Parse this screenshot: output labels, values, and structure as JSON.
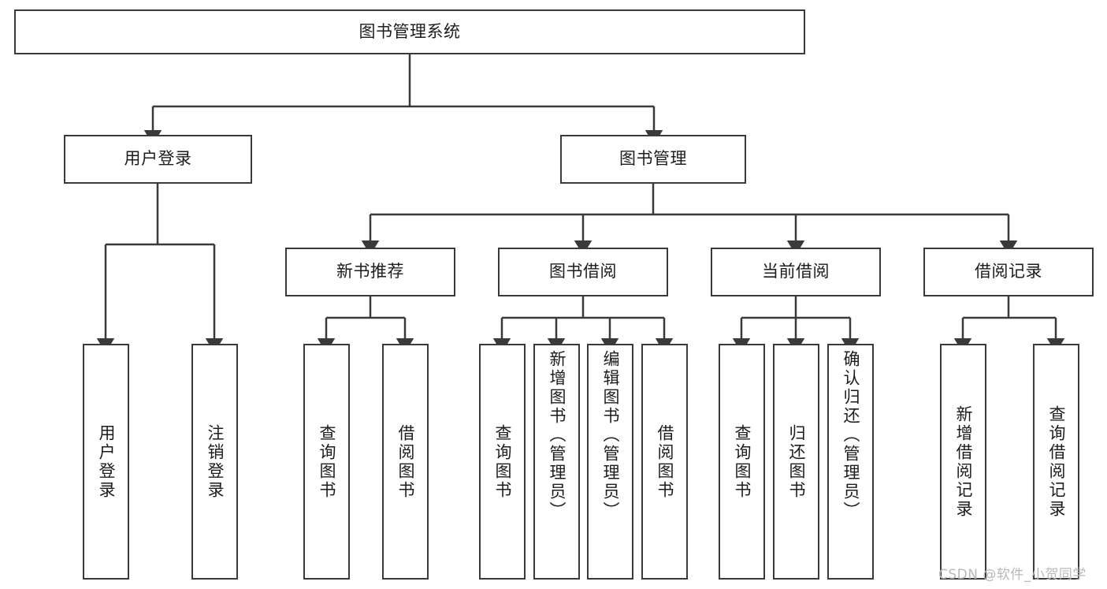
{
  "diagram": {
    "type": "tree",
    "title": "图书管理系统",
    "root": {
      "label": "图书管理系统"
    },
    "level1": [
      {
        "label": "用户登录"
      },
      {
        "label": "图书管理"
      }
    ],
    "level2": [
      {
        "label": "新书推荐",
        "parent": "图书管理"
      },
      {
        "label": "图书借阅",
        "parent": "图书管理"
      },
      {
        "label": "当前借阅",
        "parent": "图书管理"
      },
      {
        "label": "借阅记录",
        "parent": "图书管理"
      }
    ],
    "leaves": {
      "user_login": [
        {
          "label": "用户登录"
        },
        {
          "label": "注销登录"
        }
      ],
      "new_book_recommend": [
        {
          "label": "查询图书"
        },
        {
          "label": "借阅图书"
        }
      ],
      "book_borrow": [
        {
          "label": "查询图书"
        },
        {
          "label": "新增图书（管理员）"
        },
        {
          "label": "编辑图书（管理员）"
        },
        {
          "label": "借阅图书"
        }
      ],
      "current_borrow": [
        {
          "label": "查询图书"
        },
        {
          "label": "归还图书"
        },
        {
          "label": "确认归还（管理员）"
        }
      ],
      "borrow_record": [
        {
          "label": "新增借阅记录"
        },
        {
          "label": "查询借阅记录"
        }
      ]
    }
  },
  "watermark": {
    "text": "CSDN @软件_小贺同学"
  },
  "colors": {
    "stroke": "#3a3a3a",
    "background": "#ffffff",
    "text": "#1c1c1c",
    "watermark": "#b9b9b9"
  }
}
